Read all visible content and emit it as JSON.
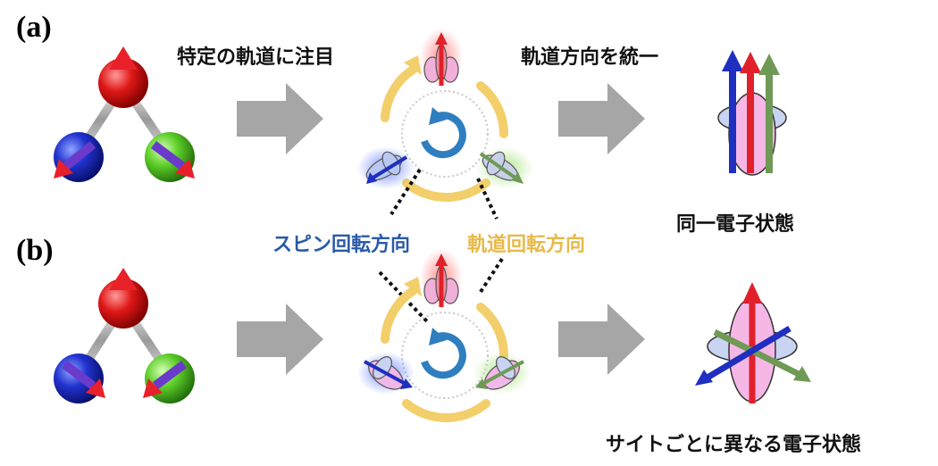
{
  "labels": {
    "panel_a": "(a)",
    "panel_b": "(b)"
  },
  "captions": {
    "focus_orbital": "特定の軌道に注目",
    "unify_orbital": "軌道方向を統一",
    "spin_rotation": "スピン回転方向",
    "orbital_rotation": "軌道回転方向",
    "same_state": "同一電子状態",
    "different_state": "サイトごとに異なる電子状態"
  },
  "colors": {
    "red": "#e0202a",
    "blue": "#1f2fbf",
    "green": "#5a8f45",
    "arrow_gray": "#a6a6a6",
    "orbital_ring": "#f2cf6a",
    "spin_ring": "#2f7fc0",
    "lobe_pink": "#f5b7e6",
    "lobe_blue": "#c9d3f2"
  }
}
